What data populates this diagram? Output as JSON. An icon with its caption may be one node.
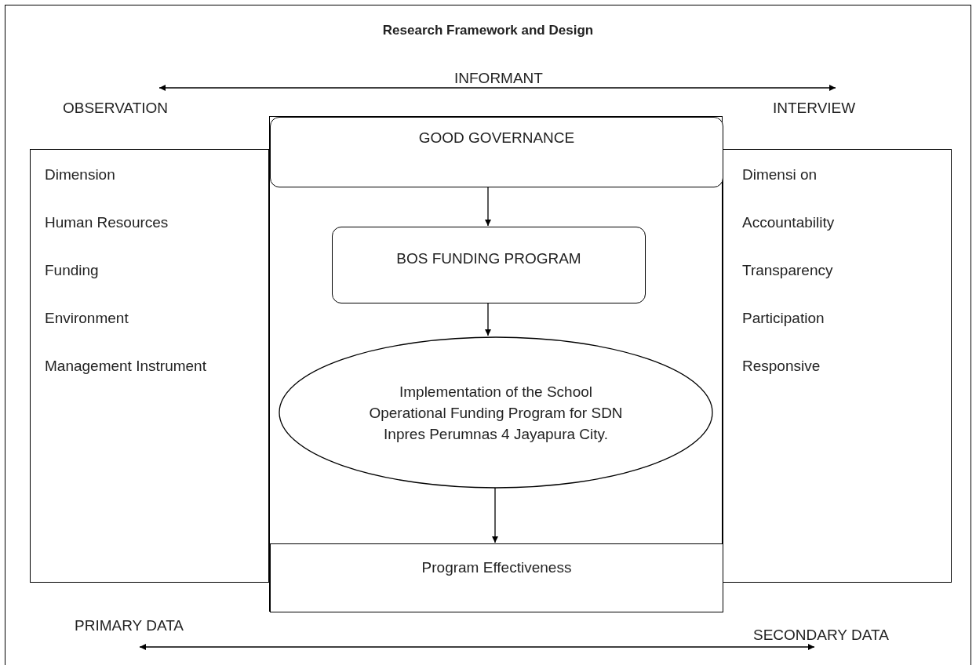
{
  "diagram": {
    "title": "Research Framework and Design",
    "nodes": [
      {
        "text": [
          "Dimension",
          "Human Resources",
          "Funding",
          "Environment",
          "Management Instrument"
        ]
      },
      {
        "text": [],
        "shape": "box"
      },
      {
        "text": [
          "GOOD GOVERNANCE"
        ],
        "in": 1
      },
      {
        "text": [
          "BOS FUNDING PROGRAM"
        ],
        "in": 1
      },
      {
        "text": [
          "Implementation of the School Operational Funding Program for SDN Inpres Perumnas 4 Jayapura City."
        ],
        "in": 1
      },
      {
        "text": [
          "Program Effectiveness"
        ],
        "in": 1
      },
      {
        "text": [
          "Dimensi on",
          "Accountability",
          "Transparency",
          "Participation",
          "Responsive"
        ]
      },
      {
        "text": [
          "OBSERVATION"
        ]
      },
      {
        "text": [
          "INTERVIEW"
        ]
      },
      {
        "text": [
          "PRIMARY DATA"
        ]
      },
      {
        "text": [
          "SECONDARY DATA"
        ]
      }
    ],
    "edges": [
      {
        "from": 2,
        "to": 3,
        "arrow": "to"
      },
      {
        "from": 3,
        "to": 4,
        "arrow": "to"
      },
      {
        "from": 4,
        "to": 5,
        "arrow": "to"
      },
      {
        "from": 7,
        "to": 8,
        "arrow": "both",
        "label": "INFORMANT"
      },
      {
        "from": 9,
        "to": 10,
        "arrow": "both"
      }
    ]
  }
}
